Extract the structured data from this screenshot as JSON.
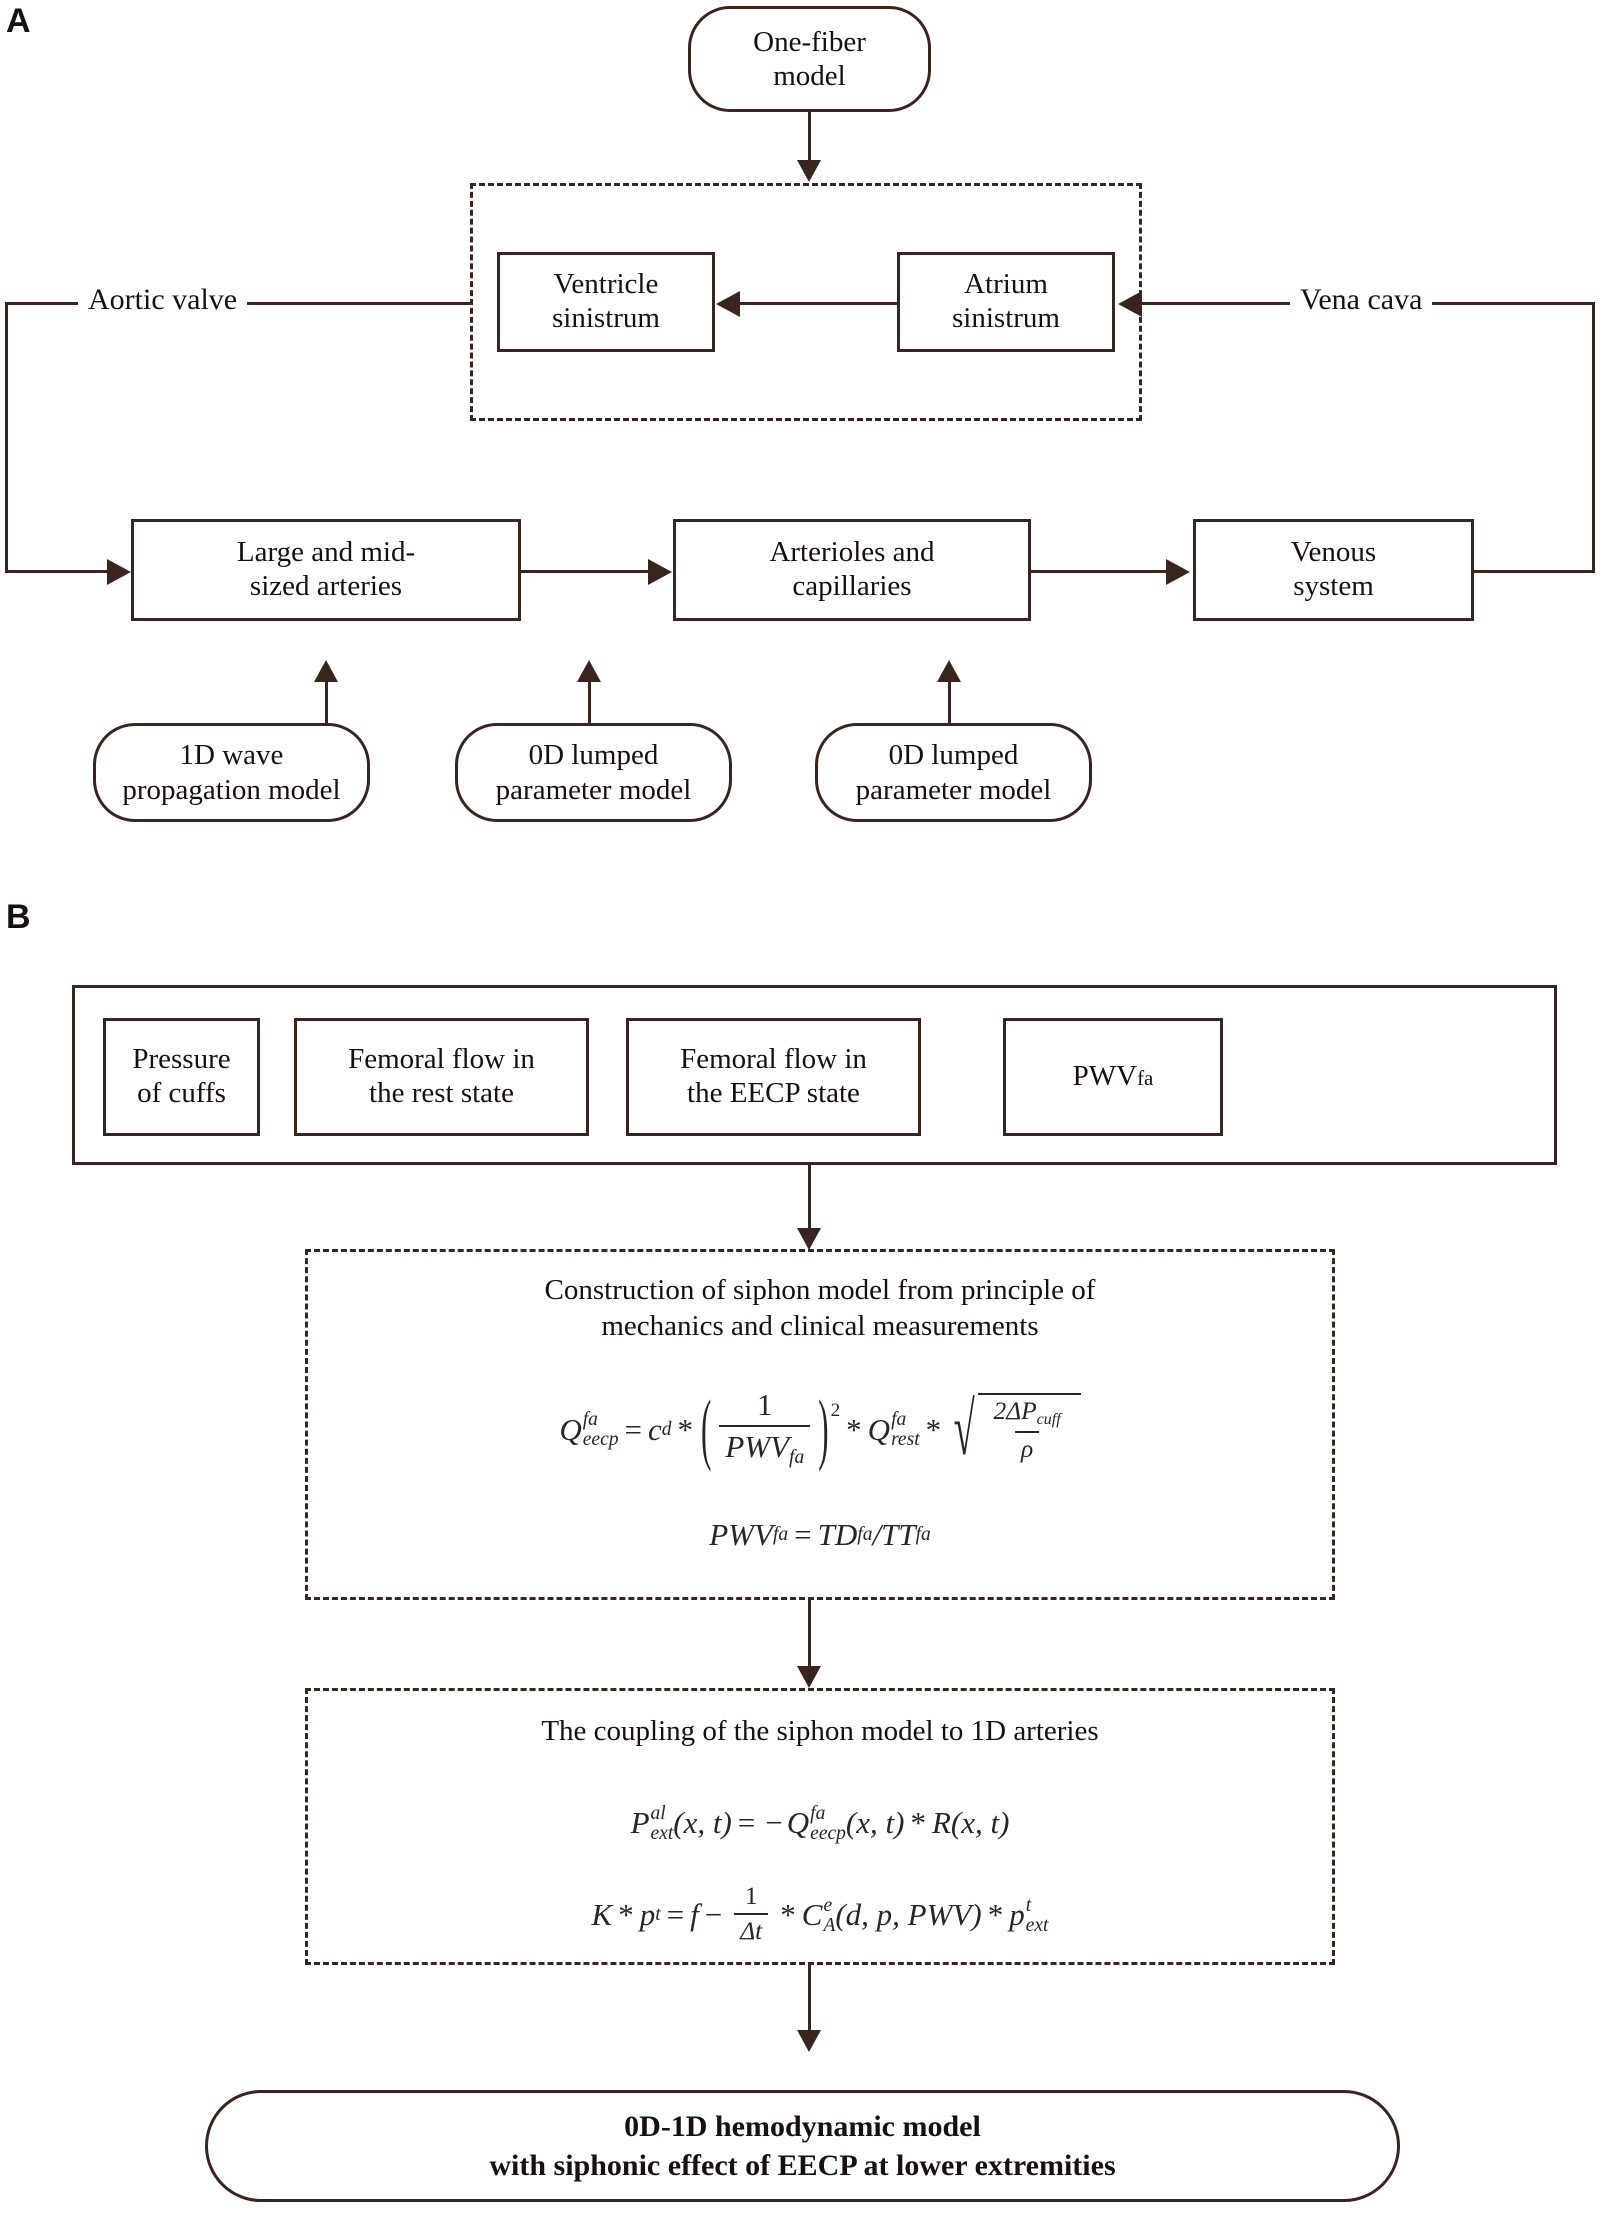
{
  "panels": {
    "a_letter": "A",
    "b_letter": "B"
  },
  "panel_a": {
    "one_fiber": {
      "line1": "One-fiber",
      "line2": "model"
    },
    "ventricle": {
      "line1": "Ventricle",
      "line2": "sinistrum"
    },
    "atrium": {
      "line1": "Atrium",
      "line2": "sinistrum"
    },
    "aortic_valve_label": "Aortic valve",
    "vena_cava_label": "Vena cava",
    "arteries": {
      "line1": "Large and mid-",
      "line2": "sized arteries"
    },
    "arterioles": {
      "line1": "Arterioles and",
      "line2": "capillaries"
    },
    "venous": {
      "line1": "Venous",
      "line2": "system"
    },
    "model_1d": {
      "line1": "1D wave",
      "line2": "propagation model"
    },
    "model_0d_a": {
      "line1": "0D lumped",
      "line2": "parameter model"
    },
    "model_0d_b": {
      "line1": "0D lumped",
      "line2": "parameter model"
    }
  },
  "panel_b": {
    "inputs": [
      {
        "line1": "Pressure",
        "line2": "of cuffs"
      },
      {
        "line1": "Femoral flow in",
        "line2": "the rest state"
      },
      {
        "line1": "Femoral flow in",
        "line2": "the EECP state"
      },
      {
        "line1": "PWV",
        "sub": "fa"
      }
    ],
    "siphon": {
      "title_line1": "Construction of siphon model from principle of",
      "title_line2": "mechanics and clinical measurements",
      "eq1": {
        "lhs_base": "Q",
        "lhs_sup": "fa",
        "lhs_sub": "eecp",
        "eq": "=",
        "cd_base": "c",
        "cd_sub": "d",
        "mul1": "*",
        "frac_num": "1",
        "frac_den_base": "PWV",
        "frac_den_sub": "fa",
        "power": "2",
        "mul2": "*",
        "q_base": "Q",
        "q_sup": "fa",
        "q_sub": "rest",
        "mul3": "*",
        "sqrt_num": "2ΔP",
        "sqrt_num_sub": "cuff",
        "sqrt_den": "ρ"
      },
      "eq2": {
        "lhs_base": "PWV",
        "lhs_sub": "fa",
        "eq": "=",
        "rhs1_base": "TD",
        "rhs1_sub": "fa",
        "slash": "/",
        "rhs2_base": "TT",
        "rhs2_sub": "fa"
      }
    },
    "coupling": {
      "title": "The coupling of the siphon model to 1D arteries",
      "eq1": {
        "lhs_base": "P",
        "lhs_sup": "al",
        "lhs_sub": "ext",
        "lhs_args": "(x, t)",
        "eq": "=",
        "minus": "−",
        "q_base": "Q",
        "q_sup": "fa",
        "q_sub": "eecp",
        "q_args": "(x, t)",
        "mul": "*",
        "r_base": "R",
        "r_args": "(x, t)"
      },
      "eq2": {
        "k": "K",
        "mul1": "*",
        "p_base": "p",
        "p_sup": "t",
        "eq": "=",
        "f": "f",
        "minus": "−",
        "frac_num": "1",
        "frac_den": "Δt",
        "mul2": "*",
        "c_base": "C",
        "c_sup": "e",
        "c_sub": "A",
        "c_args": "(d, p, PWV)",
        "mul3": "*",
        "pext_base": "p",
        "pext_sup": "t",
        "pext_sub": "ext"
      }
    },
    "final": {
      "line1": "0D-1D hemodynamic model",
      "line2": "with siphonic effect of EECP at lower extremities"
    }
  },
  "colors": {
    "ink": "#3a2420",
    "text": "#17100e",
    "math": "#2a2422",
    "background": "#ffffff"
  }
}
